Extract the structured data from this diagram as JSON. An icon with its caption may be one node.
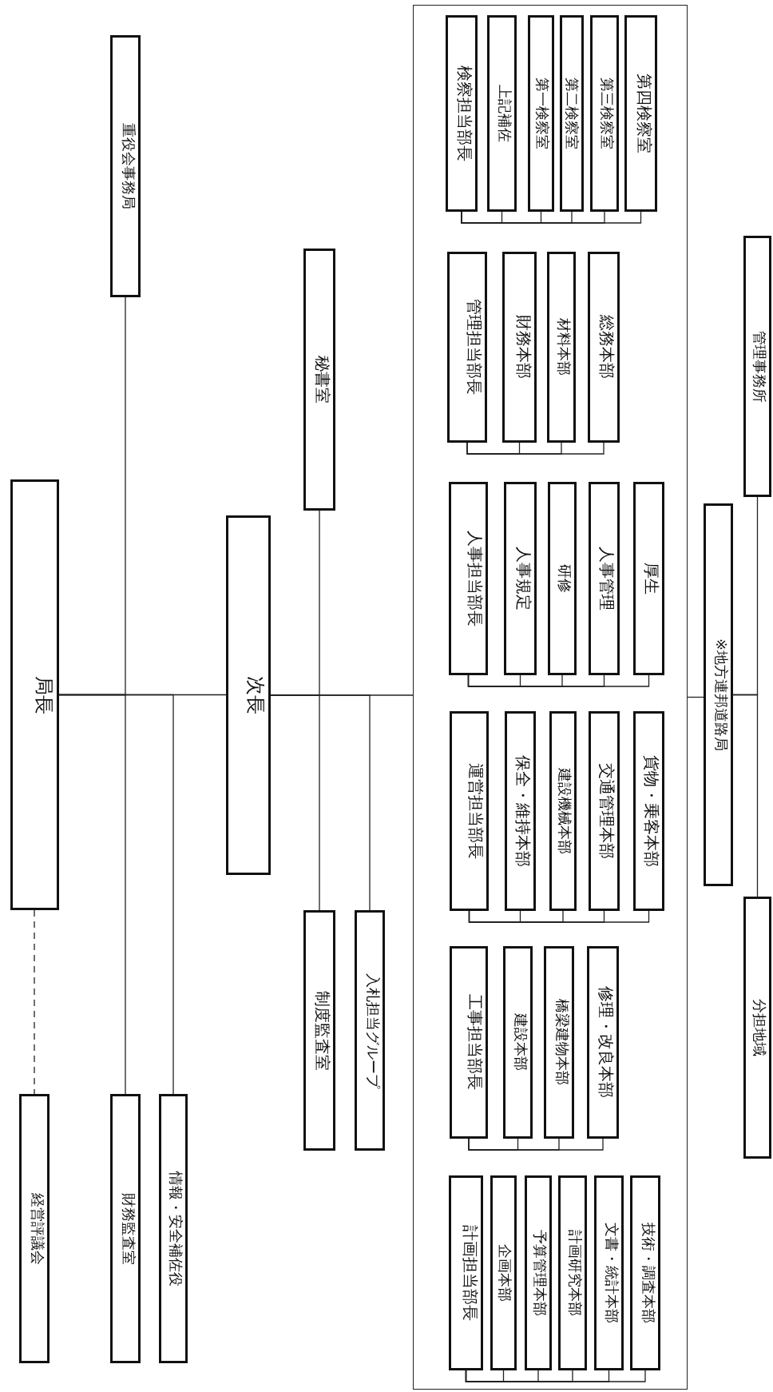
{
  "diagram": {
    "nodes": [
      {
        "text": [
          "局長"
        ]
      },
      {
        "text": [
          "重役会事務局"
        ]
      },
      {
        "text": [
          "経営評議会"
        ]
      },
      {
        "text": [
          "財務監査室"
        ]
      },
      {
        "text": [
          "情報・安全補佐役"
        ]
      },
      {
        "text": [
          "次長"
        ]
      },
      {
        "text": [
          "秘書室"
        ]
      },
      {
        "text": [
          "制度監査室"
        ]
      },
      {
        "text": [
          "入札担当グループ"
        ]
      },
      {
        "text": [],
        "shape": "box"
      },
      {
        "text": [
          "計画担当部長"
        ],
        "in": 9
      },
      {
        "text": [
          "企画本部"
        ],
        "in": 9
      },
      {
        "text": [
          "予算管理本部"
        ],
        "in": 9
      },
      {
        "text": [
          "計画研究本部"
        ],
        "in": 9
      },
      {
        "text": [
          "文書・統計本部"
        ],
        "in": 9
      },
      {
        "text": [
          "技術・調査本部"
        ],
        "in": 9
      },
      {
        "text": [
          "工事担当部長"
        ],
        "in": 9
      },
      {
        "text": [
          "建設本部"
        ],
        "in": 9
      },
      {
        "text": [
          "橋梁建物本部"
        ],
        "in": 9
      },
      {
        "text": [
          "修理・改良本部"
        ],
        "in": 9
      },
      {
        "text": [
          "運営担当部長"
        ],
        "in": 9
      },
      {
        "text": [
          "保全・維持本部"
        ],
        "in": 9
      },
      {
        "text": [
          "建設機械本部"
        ],
        "in": 9
      },
      {
        "text": [
          "交通管理本部"
        ],
        "in": 9
      },
      {
        "text": [
          "貨物・乗客本部"
        ],
        "in": 9
      },
      {
        "text": [
          "人事担当部長"
        ],
        "in": 9
      },
      {
        "text": [
          "人事規定"
        ],
        "in": 9
      },
      {
        "text": [
          "研修"
        ],
        "in": 9
      },
      {
        "text": [
          "人事管理"
        ],
        "in": 9
      },
      {
        "text": [
          "厚生"
        ],
        "in": 9
      },
      {
        "text": [
          "管理担当部長"
        ],
        "in": 9
      },
      {
        "text": [
          "財務本部"
        ],
        "in": 9
      },
      {
        "text": [
          "材料本部"
        ],
        "in": 9
      },
      {
        "text": [
          "総務本部"
        ],
        "in": 9
      },
      {
        "text": [
          "検察担当部長"
        ],
        "in": 9
      },
      {
        "text": [
          "上記補佐"
        ],
        "in": 9
      },
      {
        "text": [
          "第一検察室"
        ],
        "in": 9
      },
      {
        "text": [
          "第二検察室"
        ],
        "in": 9
      },
      {
        "text": [
          "第三検察室"
        ],
        "in": 9
      },
      {
        "text": [
          "第四検察室"
        ],
        "in": 9
      },
      {
        "text": [
          "※地方連邦道路局"
        ]
      },
      {
        "text": [
          "管理事務所"
        ]
      },
      {
        "text": [
          "分担地域"
        ]
      }
    ],
    "edges": [
      {
        "from": 0,
        "to": 1,
        "arrow": "none"
      },
      {
        "from": 0,
        "to": 2,
        "arrow": "none",
        "style": "dashed"
      },
      {
        "from": 0,
        "to": 3,
        "arrow": "none"
      },
      {
        "from": 0,
        "to": 4,
        "arrow": "none"
      },
      {
        "from": 0,
        "to": 5,
        "arrow": "none"
      },
      {
        "from": 5,
        "to": 6,
        "arrow": "none"
      },
      {
        "from": 5,
        "to": 7,
        "arrow": "none"
      },
      {
        "from": 5,
        "to": 8,
        "arrow": "none"
      },
      {
        "from": 5,
        "to": 9,
        "arrow": "none"
      },
      {
        "from": 10,
        "to": 11,
        "arrow": "none"
      },
      {
        "from": 10,
        "to": 12,
        "arrow": "none"
      },
      {
        "from": 10,
        "to": 13,
        "arrow": "none"
      },
      {
        "from": 10,
        "to": 14,
        "arrow": "none"
      },
      {
        "from": 10,
        "to": 15,
        "arrow": "none"
      },
      {
        "from": 16,
        "to": 17,
        "arrow": "none"
      },
      {
        "from": 16,
        "to": 18,
        "arrow": "none"
      },
      {
        "from": 16,
        "to": 19,
        "arrow": "none"
      },
      {
        "from": 20,
        "to": 21,
        "arrow": "none"
      },
      {
        "from": 20,
        "to": 22,
        "arrow": "none"
      },
      {
        "from": 20,
        "to": 23,
        "arrow": "none"
      },
      {
        "from": 20,
        "to": 24,
        "arrow": "none"
      },
      {
        "from": 25,
        "to": 26,
        "arrow": "none"
      },
      {
        "from": 25,
        "to": 27,
        "arrow": "none"
      },
      {
        "from": 25,
        "to": 28,
        "arrow": "none"
      },
      {
        "from": 25,
        "to": 29,
        "arrow": "none"
      },
      {
        "from": 30,
        "to": 31,
        "arrow": "none"
      },
      {
        "from": 30,
        "to": 32,
        "arrow": "none"
      },
      {
        "from": 30,
        "to": 33,
        "arrow": "none"
      },
      {
        "from": 34,
        "to": 35,
        "arrow": "none"
      },
      {
        "from": 34,
        "to": 36,
        "arrow": "none"
      },
      {
        "from": 34,
        "to": 37,
        "arrow": "none"
      },
      {
        "from": 34,
        "to": 38,
        "arrow": "none"
      },
      {
        "from": 34,
        "to": 39,
        "arrow": "none"
      },
      {
        "from": 9,
        "to": 40,
        "arrow": "none"
      },
      {
        "from": 40,
        "to": 41,
        "arrow": "none"
      },
      {
        "from": 40,
        "to": 42,
        "arrow": "none"
      }
    ]
  }
}
